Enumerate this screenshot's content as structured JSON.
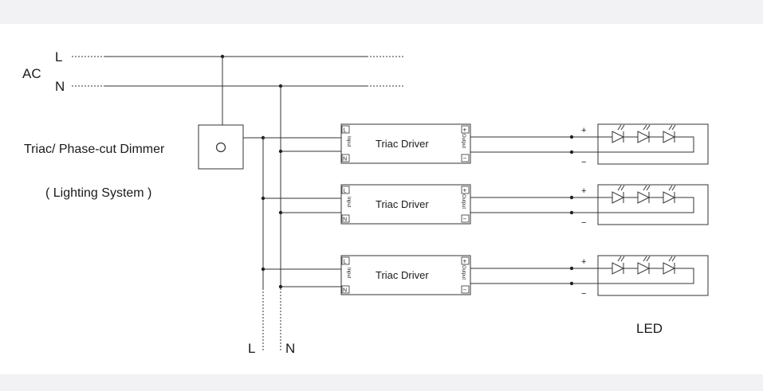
{
  "labels": {
    "ac": "AC",
    "line_top": "L",
    "neutral_top": "N",
    "dimmer": "Triac/ Phase-cut Dimmer",
    "lighting_system": "( Lighting System )",
    "line_bottom": "L",
    "neutral_bottom": "N",
    "led": "LED"
  },
  "drivers": [
    {
      "name": "Triac Driver",
      "input_label": "Input",
      "output_label": "Output",
      "terminal_l": "L",
      "terminal_n": "N",
      "terminal_plus": "+",
      "terminal_minus": "−",
      "led_plus": "+",
      "led_minus": "−"
    },
    {
      "name": "Triac Driver",
      "input_label": "Input",
      "output_label": "Output",
      "terminal_l": "L",
      "terminal_n": "N",
      "terminal_plus": "+",
      "terminal_minus": "−",
      "led_plus": "+",
      "led_minus": "−"
    },
    {
      "name": "Triac Driver",
      "input_label": "Input",
      "output_label": "Output",
      "terminal_l": "L",
      "terminal_n": "N",
      "terminal_plus": "+",
      "terminal_minus": "−",
      "led_plus": "+",
      "led_minus": "−"
    }
  ],
  "colors": {
    "background": "#f2f2f4",
    "panel": "#ffffff",
    "line": "#333333"
  }
}
